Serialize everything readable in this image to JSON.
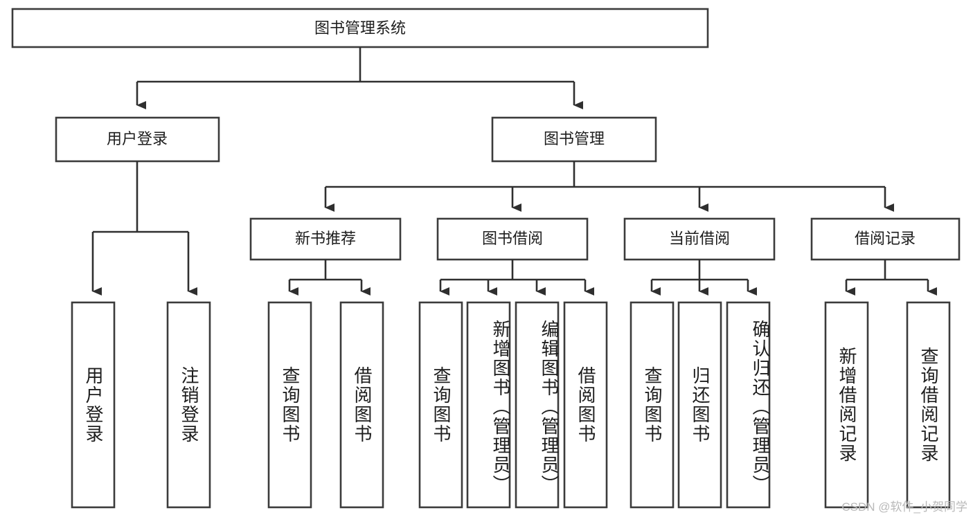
{
  "diagram": {
    "title_node": {
      "label": "图书管理系统"
    },
    "watermark": "CSDN @软件_小贺同学",
    "colors": {
      "box_stroke": "#3b3b3b",
      "connector": "#2f2f2f",
      "text": "#1d1d1d",
      "background": "#ffffff",
      "watermark": "#b9b9b9"
    },
    "level2": [
      {
        "label": "用户登录"
      },
      {
        "label": "图书管理"
      }
    ],
    "level3": [
      {
        "label": "新书推荐"
      },
      {
        "label": "图书借阅"
      },
      {
        "label": "当前借阅"
      },
      {
        "label": "借阅记录"
      }
    ],
    "leaves": {
      "user_login": [
        {
          "label": "用户登录"
        },
        {
          "label": "注销登录"
        }
      ],
      "new_book_recommend": [
        {
          "label": "查询图书"
        },
        {
          "label": "借阅图书"
        }
      ],
      "book_borrow": [
        {
          "label": "查询图书"
        },
        {
          "label": "新增图书（管理员）"
        },
        {
          "label": "编辑图书（管理员）"
        },
        {
          "label": "借阅图书"
        }
      ],
      "current_borrow": [
        {
          "label": "查询图书"
        },
        {
          "label": "归还图书"
        },
        {
          "label": "确认归还（管理员）"
        }
      ],
      "borrow_record": [
        {
          "label": "新增借阅记录"
        },
        {
          "label": "查询借阅记录"
        }
      ]
    }
  }
}
